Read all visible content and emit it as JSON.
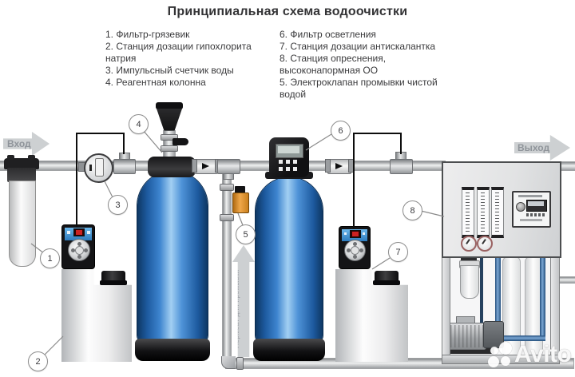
{
  "title": "Принципиальная схема водоочистки",
  "legend": {
    "left": [
      "1. Фильтр-грязевик",
      "2. Станция дозации гипохлорита натрия",
      "3. Импульсный счетчик воды",
      "4. Реагентная колонна"
    ],
    "right": [
      "6. Фильтр осветления",
      "7. Станция дозации антискалантка",
      "8. Станция опреснения, высоконапормная ОО",
      "5. Электроклапан промывки чистой водой"
    ]
  },
  "flow_labels": {
    "inlet": "Вход",
    "outlet": "Выход",
    "permeate": "Пермеат для промывки"
  },
  "callouts": [
    "1",
    "2",
    "3",
    "4",
    "5",
    "6",
    "7",
    "8"
  ],
  "watermark": {
    "text": "Avito"
  },
  "colors": {
    "tank_blue": "#3e85cf",
    "solenoid_orange": "#e8932a",
    "pipe_gray": "#c8cacc",
    "pump_panel_blue": "#4aa0e0",
    "legend_text": "#3a3a3c"
  }
}
